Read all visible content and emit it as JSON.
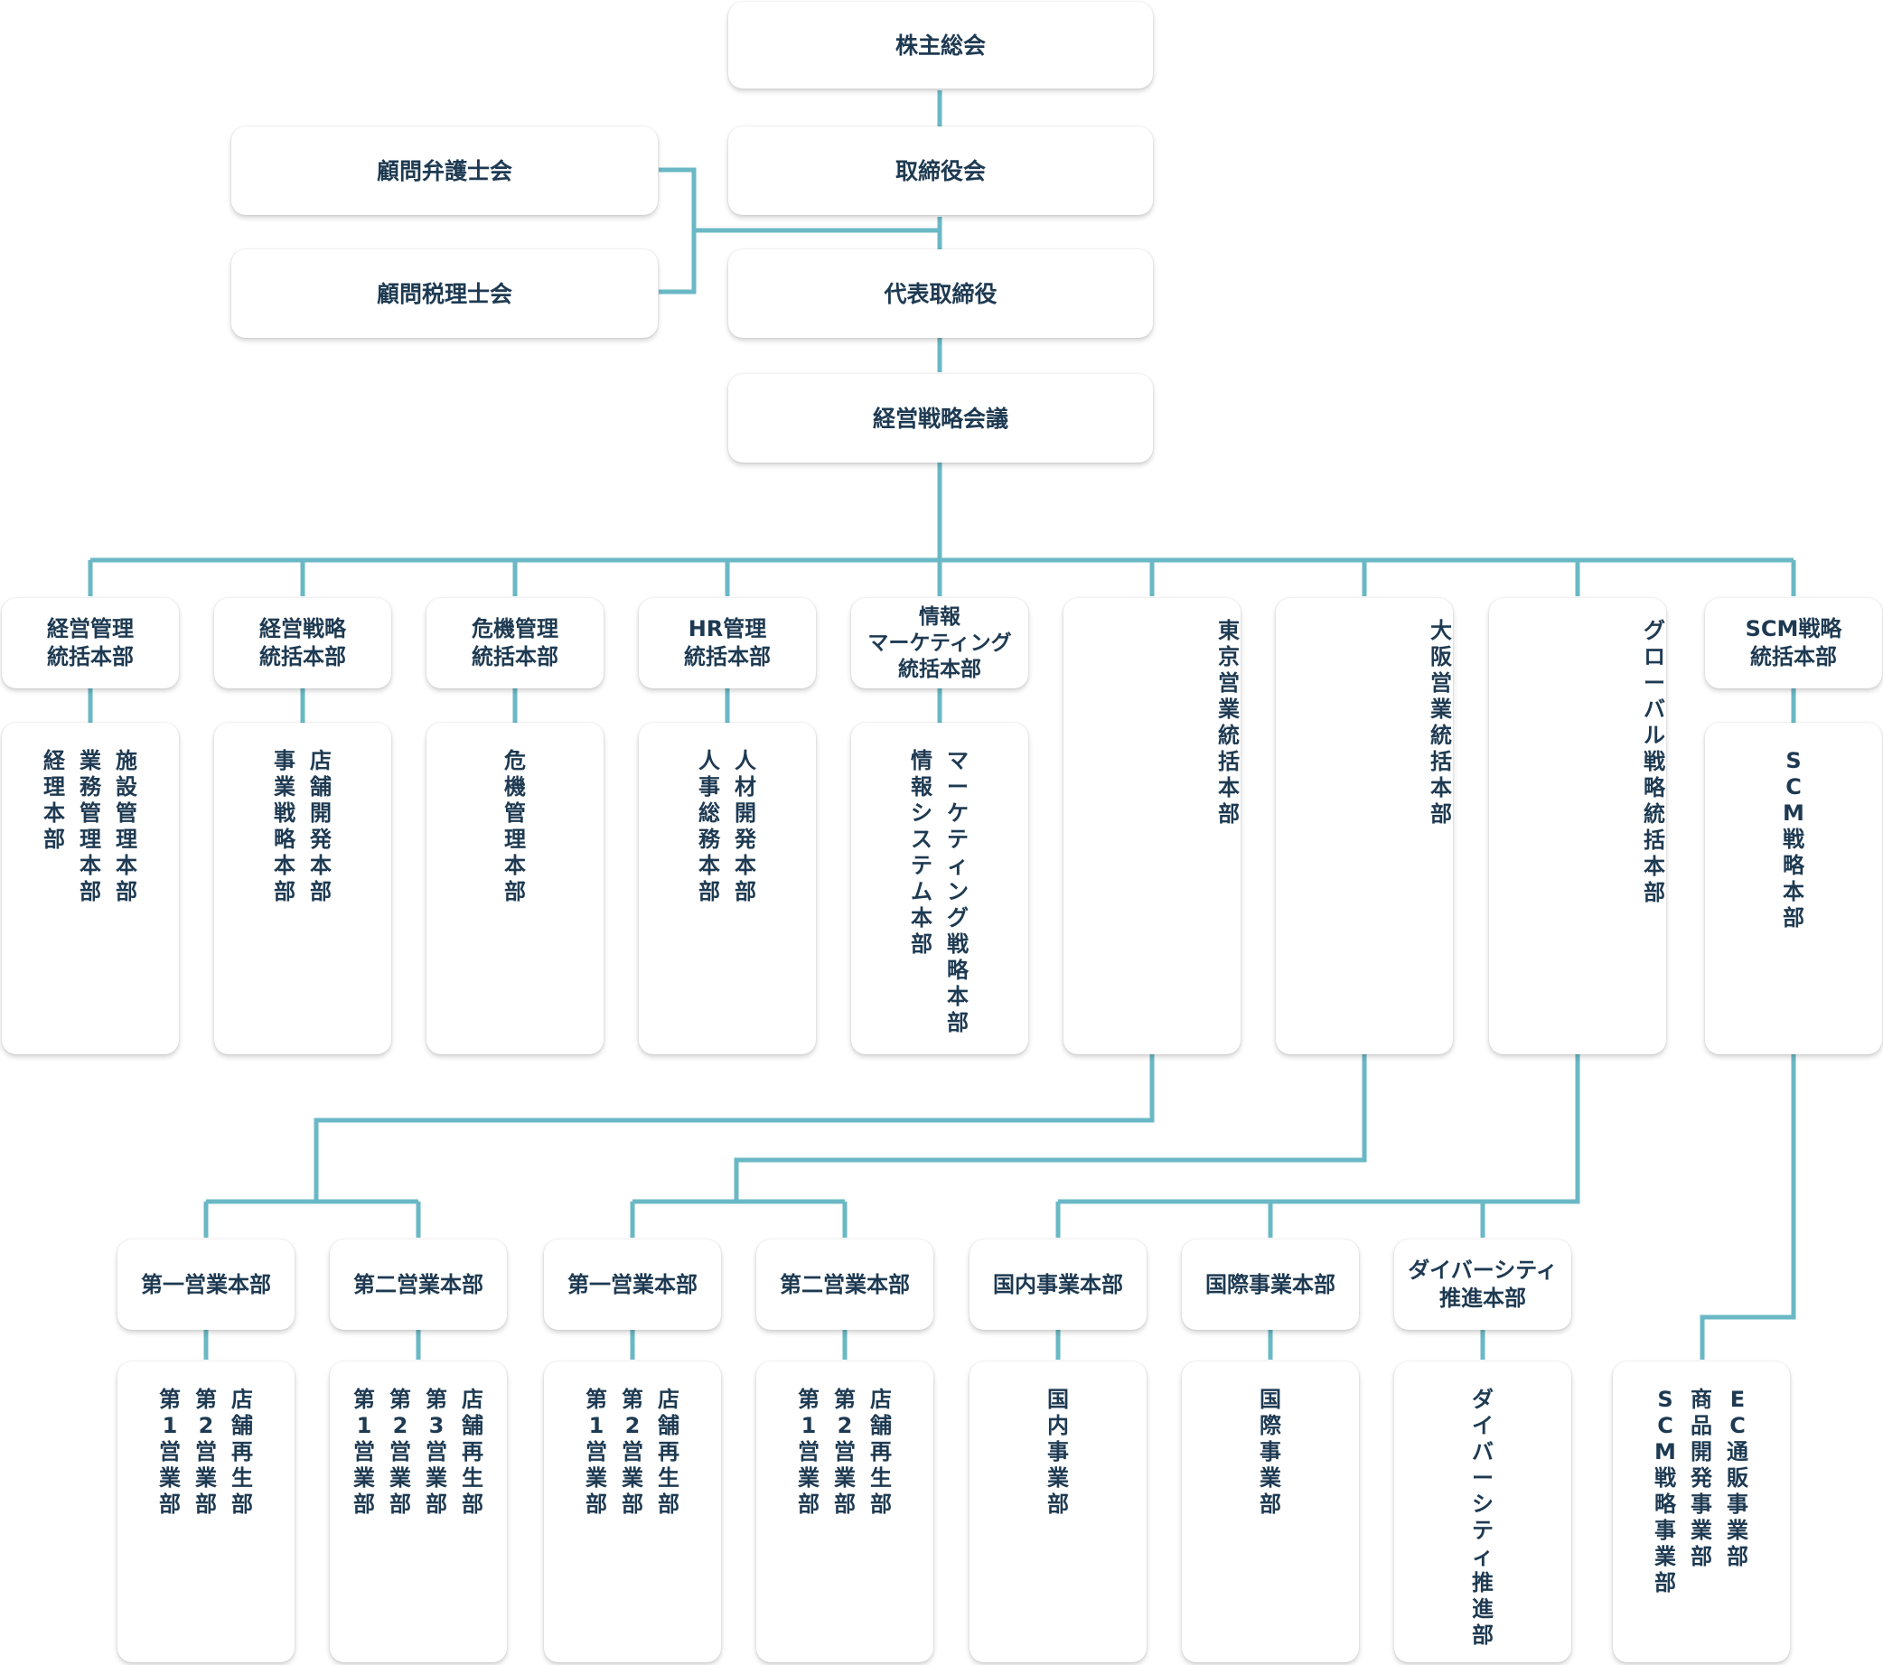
{
  "top": {
    "shareholders": "株主総会",
    "board": "取締役会",
    "ceo": "代表取締役",
    "strategy_meeting": "経営戦略会議",
    "legal_advisors": "顧問弁護士会",
    "tax_advisors": "顧問税理士会"
  },
  "divisions": [
    {
      "head": "経営管理\n統括本部",
      "units": [
        "施設管理本部",
        "業務管理本部",
        "経理本部"
      ]
    },
    {
      "head": "経営戦略\n統括本部",
      "units": [
        "店舗開発本部",
        "事業戦略本部"
      ]
    },
    {
      "head": "危機管理\n統括本部",
      "units": [
        "危機管理本部"
      ]
    },
    {
      "head": "HR管理\n統括本部",
      "units": [
        "人材開発本部",
        "人事総務本部"
      ]
    },
    {
      "head": "情報\nマーケティング\n統括本部",
      "units": [
        "マーケティング戦略本部",
        "情報システム本部"
      ]
    },
    {
      "head": "東京営業統括本部",
      "units": []
    },
    {
      "head": "大阪営業統括本部",
      "units": []
    },
    {
      "head": "グローバル戦略統括本部",
      "units": []
    },
    {
      "head": "SCM戦略\n統括本部",
      "units": [
        "SCM戦略本部"
      ]
    }
  ],
  "sub_divisions": [
    {
      "head": "第一営業本部",
      "units": [
        "店舗再生部",
        "第2営業部",
        "第1営業部"
      ]
    },
    {
      "head": "第二営業本部",
      "units": [
        "店舗再生部",
        "第3営業部",
        "第2営業部",
        "第1営業部"
      ]
    },
    {
      "head": "第一営業本部",
      "units": [
        "店舗再生部",
        "第2営業部",
        "第1営業部"
      ]
    },
    {
      "head": "第二営業本部",
      "units": [
        "店舗再生部",
        "第2営業部",
        "第1営業部"
      ]
    },
    {
      "head": "国内事業本部",
      "units": [
        "国内事業部"
      ]
    },
    {
      "head": "国際事業本部",
      "units": [
        "国際事業部"
      ]
    },
    {
      "head": "ダイバーシティ\n推進本部",
      "units": [
        "ダイバーシティ推進部"
      ]
    },
    {
      "head": "",
      "units": [
        "EC通販事業部",
        "商品開発事業部",
        "SCM戦略事業部"
      ]
    }
  ],
  "colors": {
    "line": "#6ab8c5",
    "text": "#1e3a52"
  }
}
